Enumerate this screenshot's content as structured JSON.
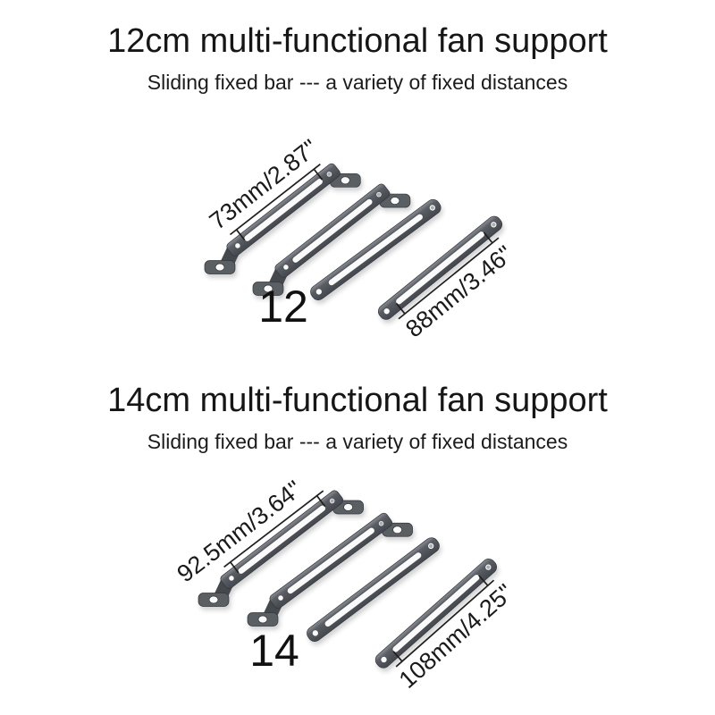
{
  "page": {
    "background": "#ffffff"
  },
  "sections": [
    {
      "title": "12cm multi-functional fan support",
      "subtitle": "Sliding fixed bar --- a variety of fixed distances",
      "size_label": "12",
      "dims": [
        {
          "label": "73mm/2.87\""
        },
        {
          "label": "88mm/3.46\""
        }
      ]
    },
    {
      "title": "14cm multi-functional fan support",
      "subtitle": "Sliding fixed bar --- a variety of fixed distances",
      "size_label": "14",
      "dims": [
        {
          "label": "92.5mm/3.64\""
        },
        {
          "label": "108mm/4.25\""
        }
      ]
    }
  ],
  "colors": {
    "background": "#ffffff",
    "text": "#1a1a1a",
    "annotation_line": "#1f1f1f",
    "metal": "#5a5e64",
    "metal_dark": "#44484e",
    "metal_highlight": "#8a8e94",
    "metal_stroke": "#34373c",
    "slot": "#fafafa",
    "screw": "#aaadb2"
  }
}
